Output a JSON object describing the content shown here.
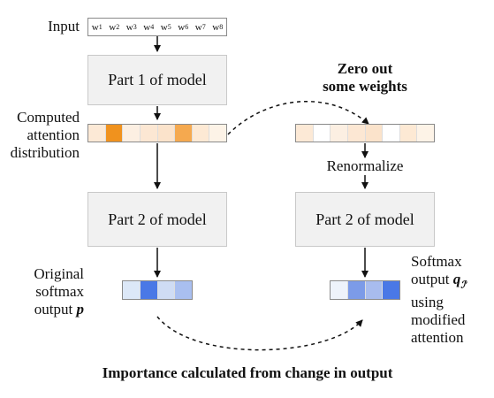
{
  "input_label": "Input",
  "tokens": [
    "w1",
    "w2",
    "w3",
    "w4",
    "w5",
    "w6",
    "w7",
    "w8"
  ],
  "part1_label": "Part 1 of model",
  "computed_label": [
    "Computed",
    "attention",
    "distribution"
  ],
  "zero_out_label": [
    "Zero out",
    "some weights"
  ],
  "renormalize_label": "Renormalize",
  "part2_label_left": "Part 2 of model",
  "part2_label_right": "Part 2 of model",
  "original_label": [
    "Original",
    "softmax",
    "output"
  ],
  "original_symbol": "p",
  "softmax_label": [
    "Softmax",
    "output",
    "using",
    "modified",
    "attention"
  ],
  "softmax_symbol": "q",
  "softmax_subscript": "ℐ′",
  "importance_label": "Importance calculated from change in output",
  "colors": {
    "attention_left": [
      "#fce9d6",
      "#f0921e",
      "#fcefe2",
      "#fce7d3",
      "#fbe3cb",
      "#f5a94f",
      "#fde9d4",
      "#fdf3e7"
    ],
    "attention_right": [
      "#fce9d6",
      "#ffffff",
      "#fcefe2",
      "#fce7d3",
      "#fbe3cb",
      "#ffffff",
      "#fde9d4",
      "#fdf3e7"
    ],
    "output_left": [
      "#dce8f8",
      "#4a78e6",
      "#cfdcf4",
      "#a9bff0"
    ],
    "output_right": [
      "#eef3fb",
      "#7c9be8",
      "#a8bcee",
      "#4a78e6"
    ]
  }
}
